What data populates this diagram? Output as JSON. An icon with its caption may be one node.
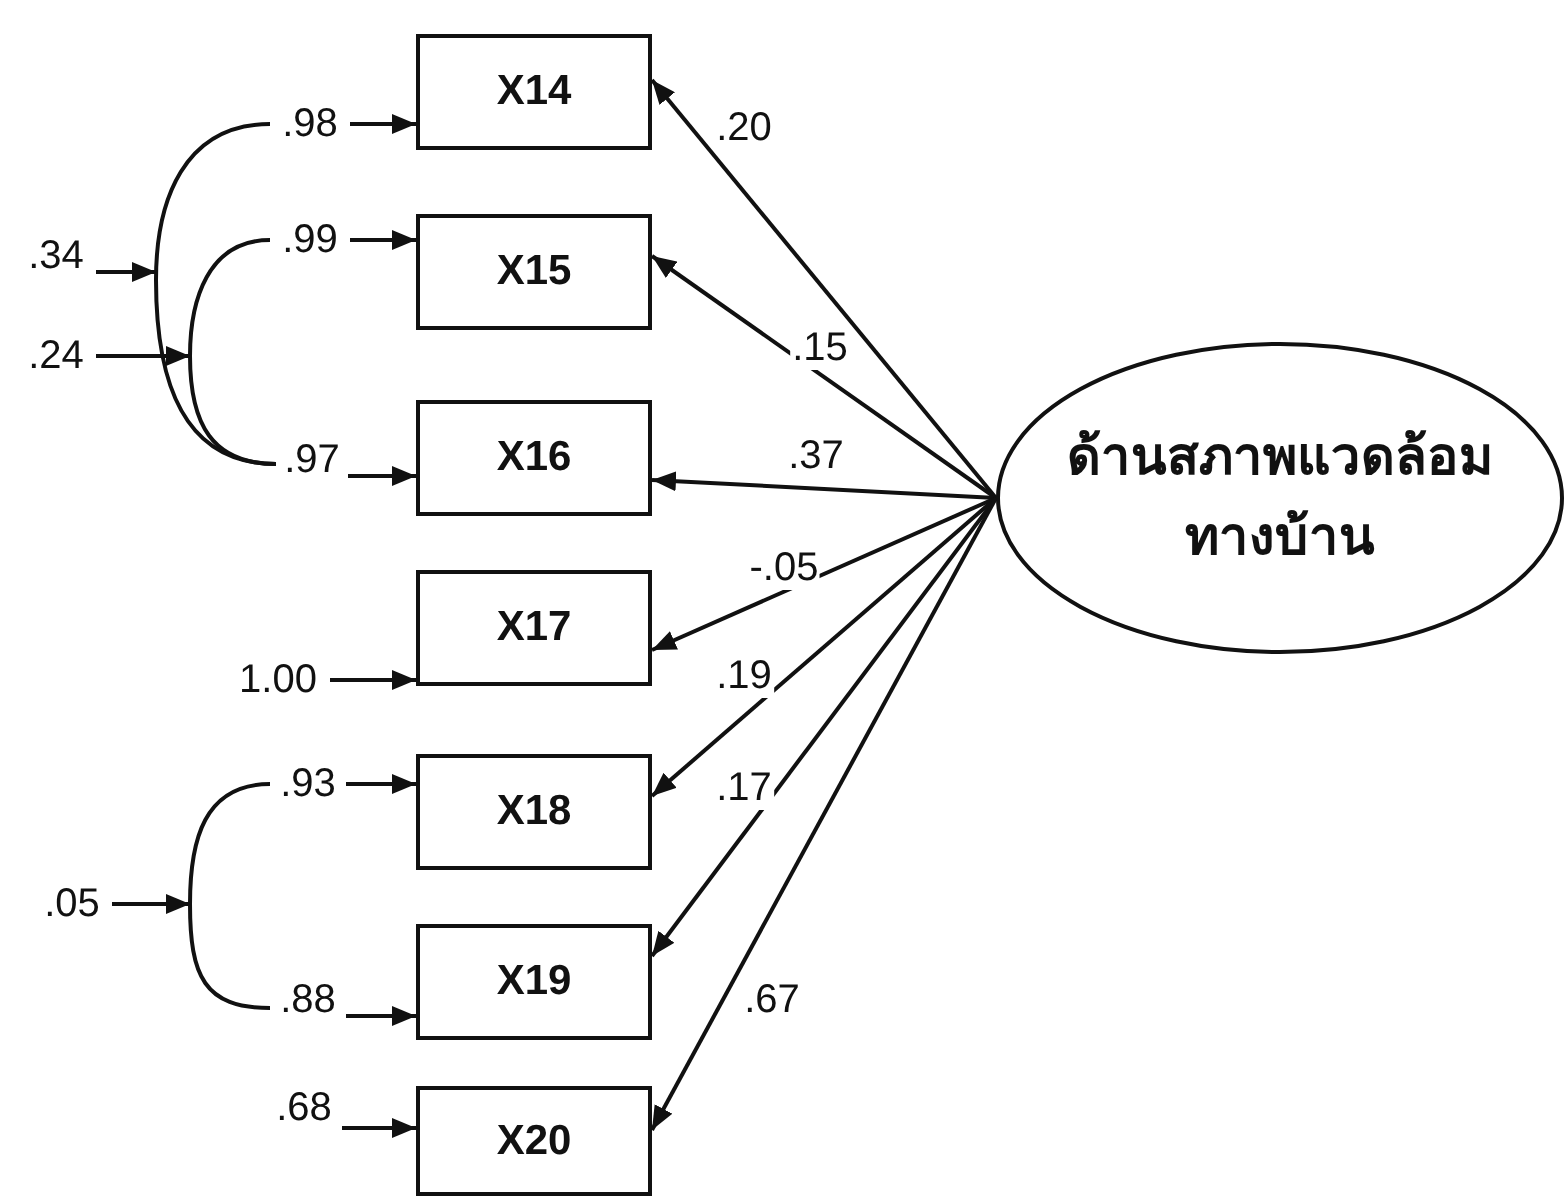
{
  "diagram": {
    "nodes": [
      {
        "text": [
          "X14"
        ]
      },
      {
        "text": [
          "X15"
        ]
      },
      {
        "text": [
          "X16"
        ]
      },
      {
        "text": [
          "X17"
        ]
      },
      {
        "text": [
          "X18"
        ]
      },
      {
        "text": [
          "X19"
        ]
      },
      {
        "text": [
          "X20"
        ]
      },
      {
        "text": [
          "ด้านสภาพแวดล้อมทางบ้าน"
        ]
      },
      {
        "text": [
          ".98"
        ]
      },
      {
        "text": [
          ".99"
        ]
      },
      {
        "text": [
          ".97"
        ]
      },
      {
        "text": [
          "1.00"
        ]
      },
      {
        "text": [
          ".93"
        ]
      },
      {
        "text": [
          ".88"
        ]
      },
      {
        "text": [
          ".68"
        ]
      },
      {
        "text": [
          ".34"
        ]
      },
      {
        "text": [
          ".24"
        ]
      },
      {
        "text": [
          ".05"
        ]
      }
    ],
    "edges": [
      {
        "from": 7,
        "to": 0,
        "arrow": "to",
        "label": ".20"
      },
      {
        "from": 7,
        "to": 1,
        "arrow": "to",
        "label": ".15"
      },
      {
        "from": 7,
        "to": 2,
        "arrow": "to",
        "label": ".37"
      },
      {
        "from": 7,
        "to": 3,
        "arrow": "to",
        "label": "-.05"
      },
      {
        "from": 7,
        "to": 4,
        "arrow": "to",
        "label": ".19"
      },
      {
        "from": 7,
        "to": 5,
        "arrow": "to",
        "label": ".17"
      },
      {
        "from": 7,
        "to": 6,
        "arrow": "to",
        "label": ".67"
      },
      {
        "from": 8,
        "to": 0,
        "arrow": "to"
      },
      {
        "from": 9,
        "to": 1,
        "arrow": "to"
      },
      {
        "from": 10,
        "to": 2,
        "arrow": "to"
      },
      {
        "from": 11,
        "to": 3,
        "arrow": "to"
      },
      {
        "from": 12,
        "to": 4,
        "arrow": "to"
      },
      {
        "from": 13,
        "to": 5,
        "arrow": "to"
      },
      {
        "from": 14,
        "to": 6,
        "arrow": "to"
      },
      {
        "from": 8,
        "to": 10,
        "arrow": "none"
      },
      {
        "from": 9,
        "to": 10,
        "arrow": "none"
      },
      {
        "from": 12,
        "to": 13,
        "arrow": "none"
      },
      {
        "from": 15,
        "to": null,
        "arrow": "to"
      },
      {
        "from": 16,
        "to": null,
        "arrow": "to"
      },
      {
        "from": 17,
        "to": null,
        "arrow": "to"
      }
    ]
  }
}
